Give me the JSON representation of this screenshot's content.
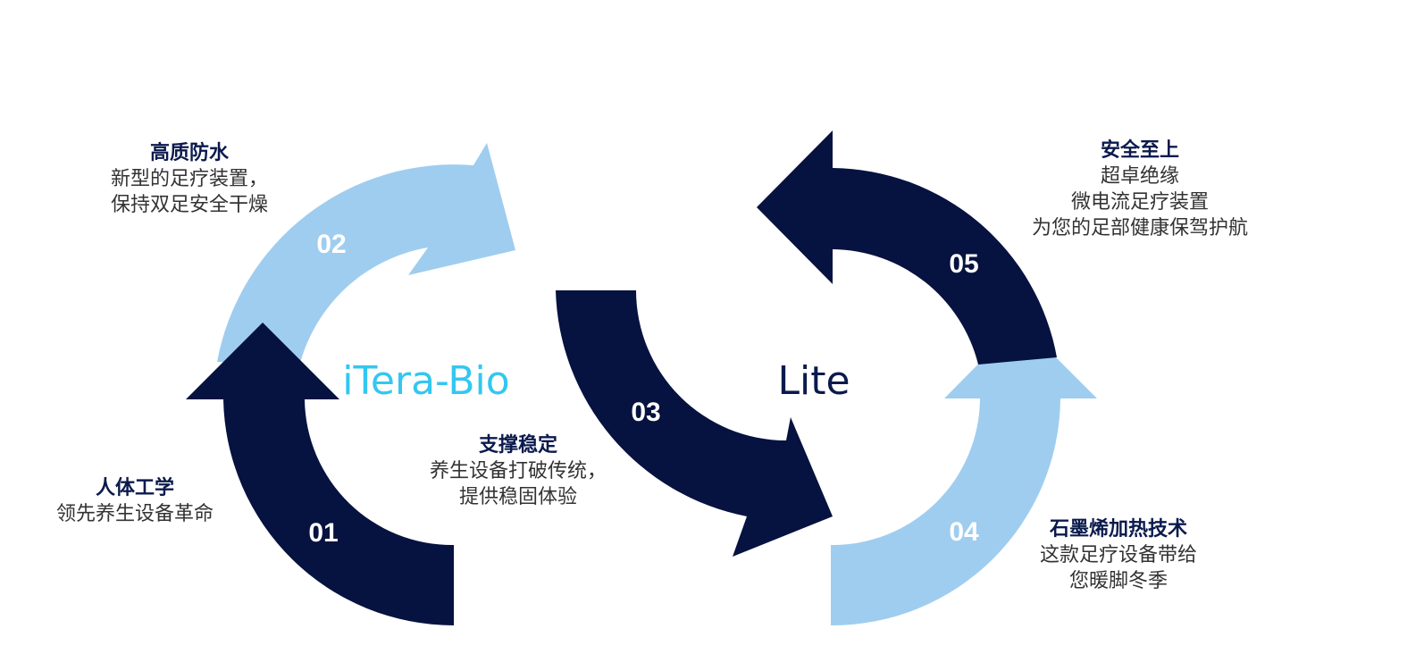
{
  "brand": {
    "left_label": "iTera-Bio",
    "right_label": "Lite",
    "left_color": "#33c7f0",
    "right_color": "#0b1a4d"
  },
  "colors": {
    "dark_navy": "#06123f",
    "light_blue": "#9fcdef",
    "heading_text": "#0b1a4d",
    "body_text": "#333333"
  },
  "steps": [
    {
      "number": "01",
      "color": "dark_navy",
      "heading": "人体工学",
      "lines": [
        "领先养生设备革命"
      ]
    },
    {
      "number": "02",
      "color": "light_blue",
      "heading": "高质防水",
      "lines": [
        "新型的足疗装置，",
        "保持双足安全干燥"
      ]
    },
    {
      "number": "03",
      "color": "dark_navy",
      "heading": "支撑稳定",
      "lines": [
        "养生设备打破传统，",
        "提供稳固体验"
      ]
    },
    {
      "number": "04",
      "color": "light_blue",
      "heading": "石墨烯加热技术",
      "lines": [
        "这款足疗设备带给",
        "您暖脚冬季"
      ]
    },
    {
      "number": "05",
      "color": "dark_navy",
      "heading": "安全至上",
      "lines": [
        "超卓绝缘",
        "微电流足疗装置",
        "为您的足部健康保驾护航"
      ]
    }
  ]
}
